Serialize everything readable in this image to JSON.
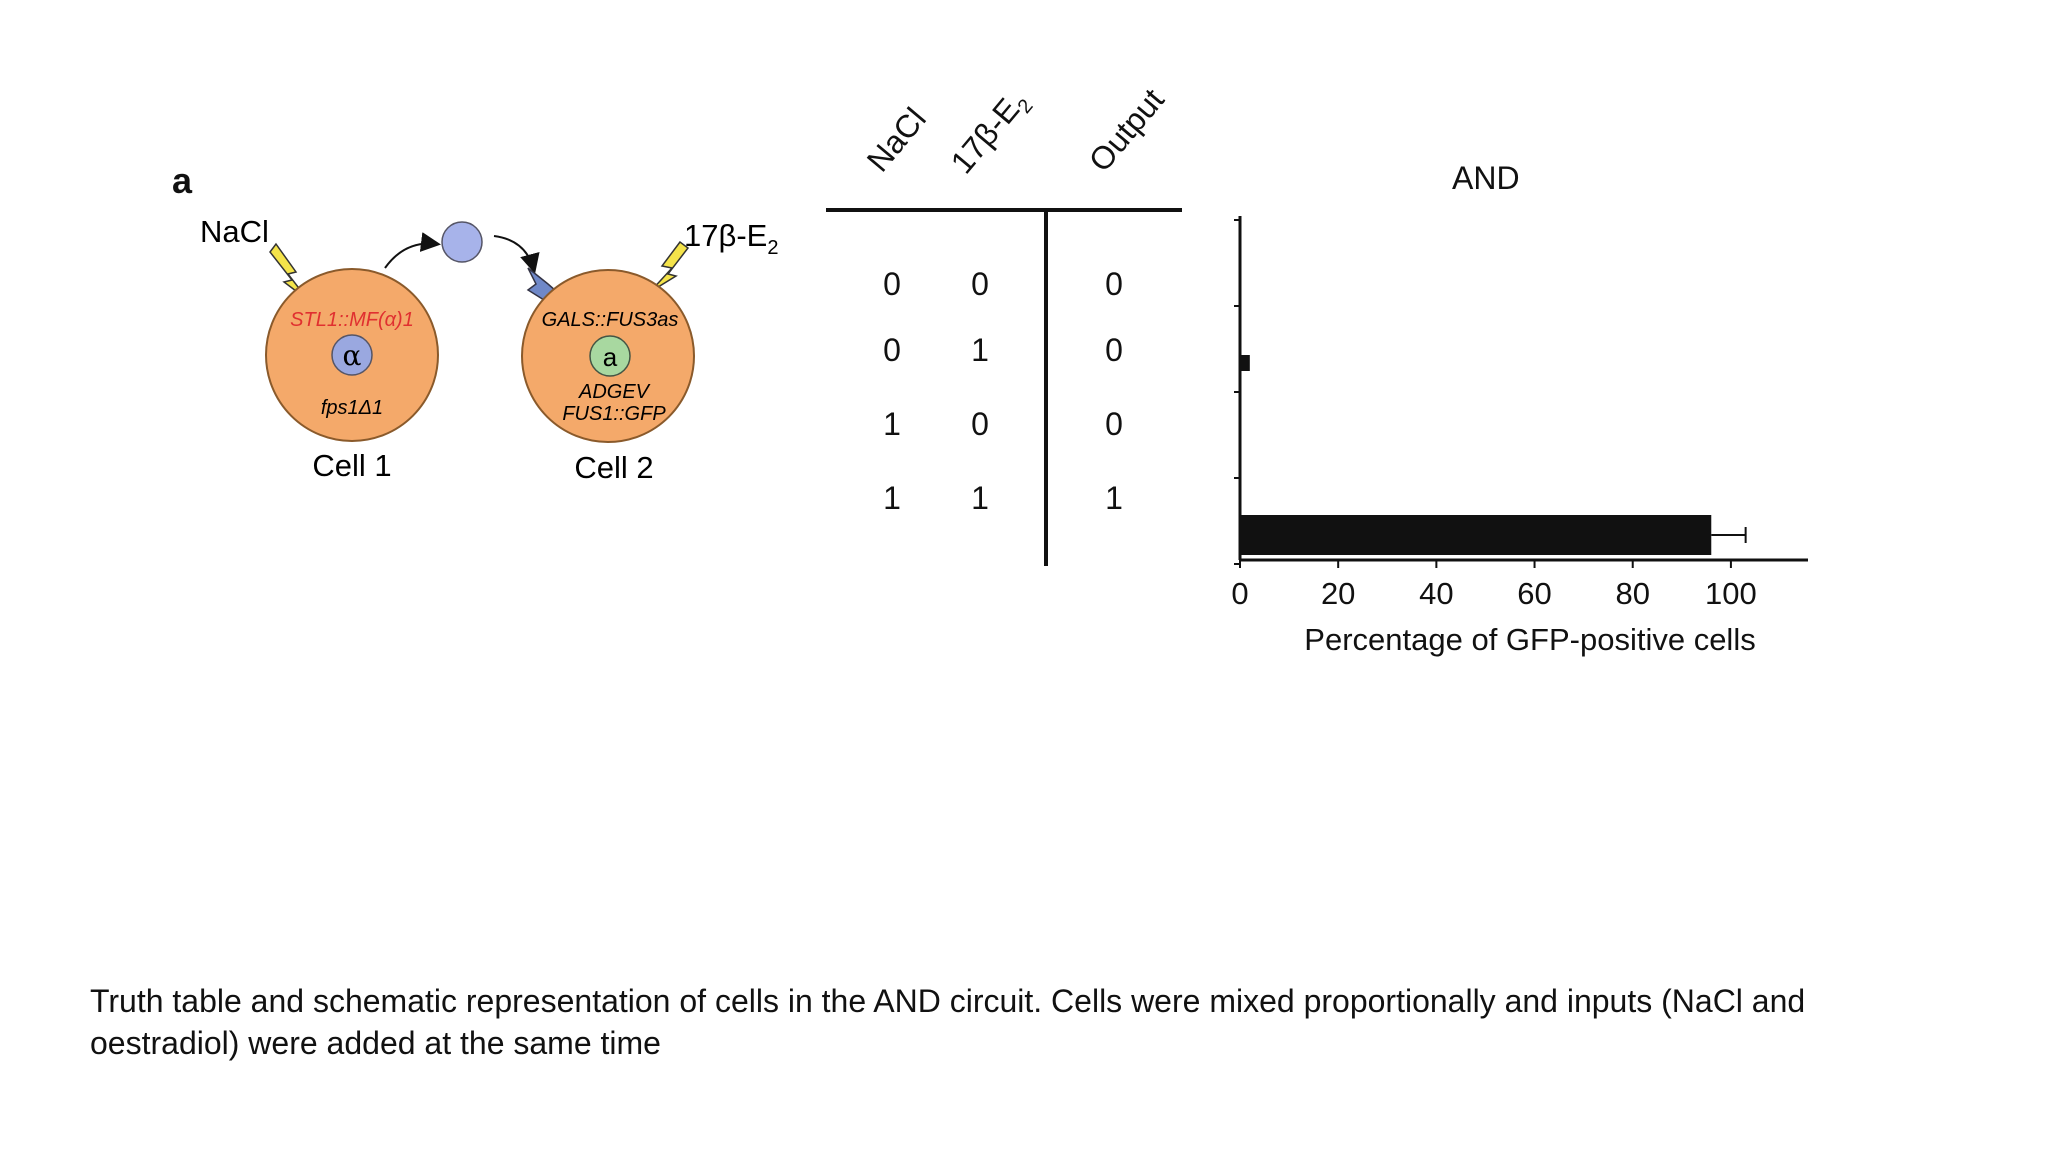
{
  "panel_letter": "a",
  "diagram": {
    "input_nacl": "NaCl",
    "input_e2": "17β-E",
    "input_e2_sub": "2",
    "cell1": {
      "label": "Cell 1",
      "gene_top": "STL1::MF(α)1",
      "core": "α",
      "gene_bottom": "fps1Δ1"
    },
    "cell2": {
      "label": "Cell 2",
      "gene_top": "GALS::FUS3as",
      "core": "a",
      "gene_mid": "ADGEV",
      "gene_bottom": "FUS1::GFP"
    },
    "colors": {
      "cell_fill": "#f4a96a",
      "cell_stroke": "#8a5a2b",
      "alpha_core": "#9aa8e0",
      "a_core": "#a8d8a0",
      "signal": "#a7b3ea",
      "receptor": "#6f88c8",
      "bolt": "#f4e34a",
      "gene_red": "#e03030"
    }
  },
  "truth_table": {
    "headers": [
      "NaCl",
      "17β-E",
      "Output"
    ],
    "header_sub": "2",
    "rows": [
      [
        "0",
        "0",
        "0"
      ],
      [
        "0",
        "1",
        "0"
      ],
      [
        "1",
        "0",
        "0"
      ],
      [
        "1",
        "1",
        "1"
      ]
    ]
  },
  "chart_data": {
    "type": "bar",
    "orientation": "horizontal",
    "title": "AND",
    "xlabel": "Percentage of GFP-positive cells",
    "ylabel": "",
    "xlim": [
      0,
      110
    ],
    "xticks": [
      "0",
      "20",
      "40",
      "60",
      "80",
      "100"
    ],
    "categories": [
      "0 0",
      "0 1",
      "1 0",
      "1 1"
    ],
    "values": [
      0,
      2,
      0,
      96
    ],
    "errors": [
      0,
      0.5,
      0,
      7
    ],
    "bar_color": "#111111"
  },
  "caption": "Truth table and schematic representation of cells in the AND circuit. Cells were mixed proportionally and inputs (NaCl and oestradiol) were added at the same time"
}
